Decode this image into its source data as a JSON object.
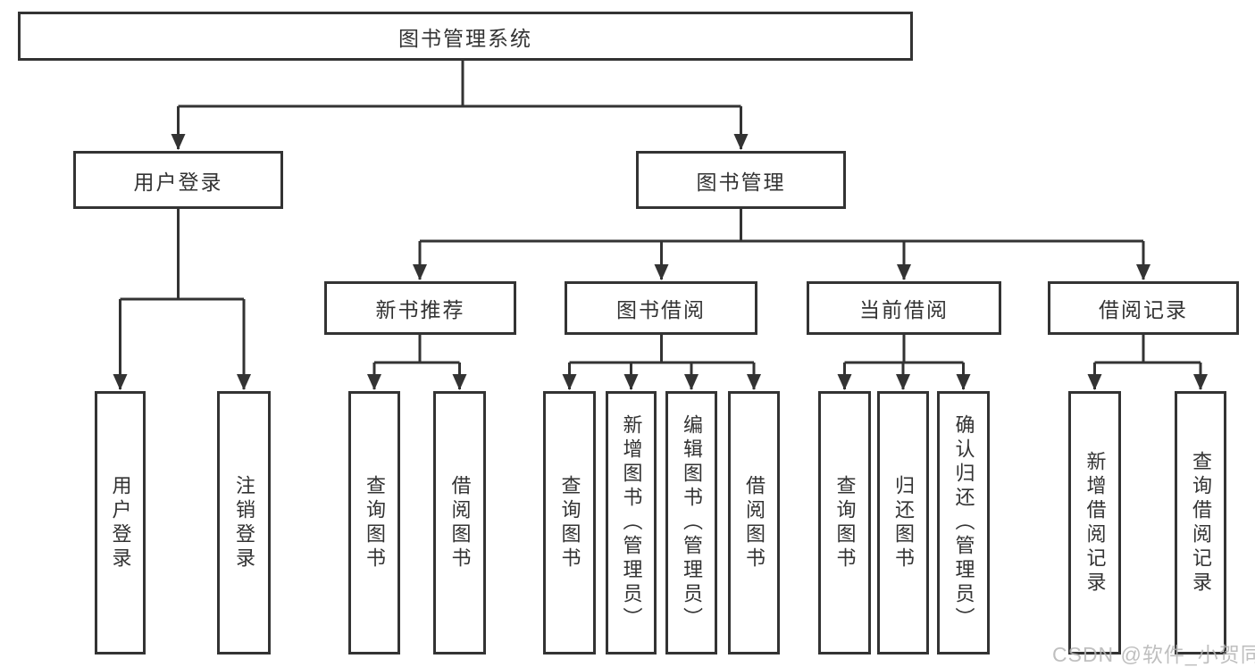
{
  "tree": {
    "root": {
      "label": "图书管理系统"
    },
    "children": [
      {
        "label": "用户登录",
        "children": [
          "用户登录",
          "注销登录"
        ]
      },
      {
        "label": "图书管理",
        "children": [
          {
            "label": "新书推荐",
            "children": [
              "查询图书",
              "借阅图书"
            ]
          },
          {
            "label": "图书借阅",
            "children": [
              "查询图书",
              "新增图书（管理员）",
              "编辑图书（管理员）",
              "借阅图书"
            ]
          },
          {
            "label": "当前借阅",
            "children": [
              "查询图书",
              "归还图书",
              "确认归还（管理员）"
            ]
          },
          {
            "label": "借阅记录",
            "children": [
              "新增借阅记录",
              "查询借阅记录"
            ]
          }
        ]
      }
    ]
  },
  "watermark": "CSDN @软件_小贺同学",
  "colors": {
    "line": "#333333",
    "text": "#333333",
    "background": "#ffffff",
    "watermark": "#b5b5b5"
  }
}
